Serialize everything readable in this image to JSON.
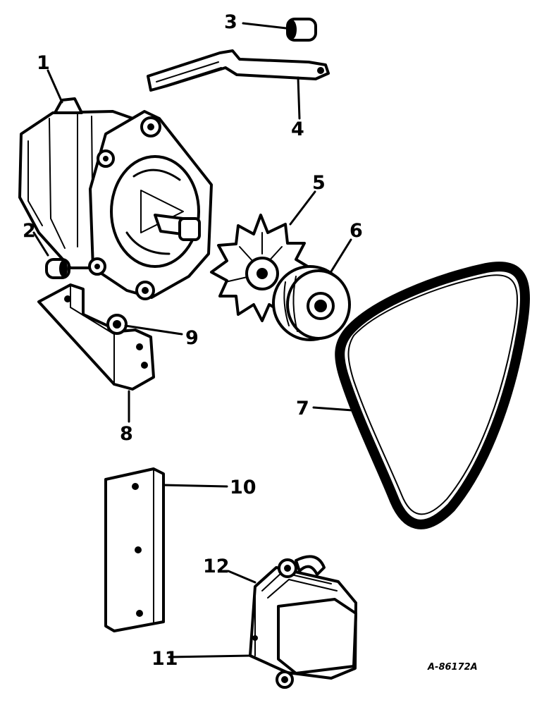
{
  "figure_id": "A-86172A",
  "callouts": {
    "c1": "1",
    "c2": "2",
    "c3": "3",
    "c4": "4",
    "c5": "5",
    "c6": "6",
    "c7": "7",
    "c8": "8",
    "c9": "9",
    "c10": "10",
    "c11": "11",
    "c12": "12"
  }
}
